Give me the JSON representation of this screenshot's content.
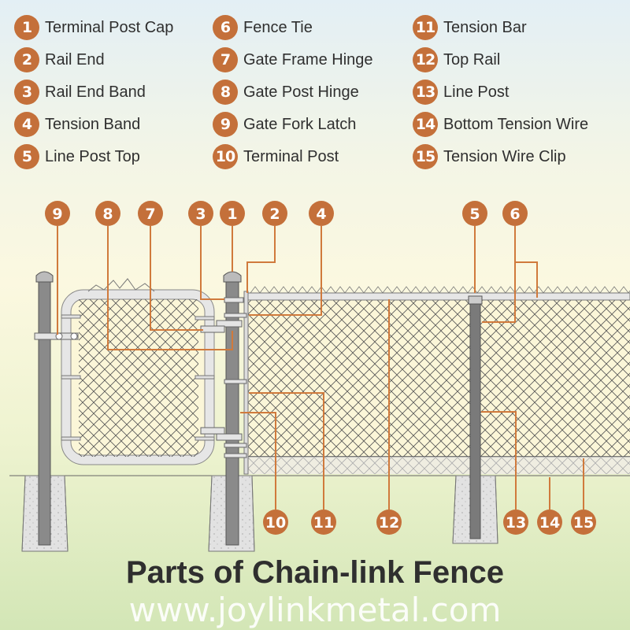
{
  "legend": [
    {
      "num": "1",
      "label": "Terminal Post Cap"
    },
    {
      "num": "2",
      "label": "Rail End"
    },
    {
      "num": "3",
      "label": "Rail End Band"
    },
    {
      "num": "4",
      "label": "Tension Band"
    },
    {
      "num": "5",
      "label": "Line Post Top"
    },
    {
      "num": "6",
      "label": "Fence Tie"
    },
    {
      "num": "7",
      "label": "Gate Frame Hinge"
    },
    {
      "num": "8",
      "label": "Gate Post Hinge"
    },
    {
      "num": "9",
      "label": "Gate Fork Latch"
    },
    {
      "num": "10",
      "label": "Terminal Post"
    },
    {
      "num": "11",
      "label": "Tension Bar"
    },
    {
      "num": "12",
      "label": "Top Rail"
    },
    {
      "num": "13",
      "label": "Line Post"
    },
    {
      "num": "14",
      "label": "Bottom Tension Wire"
    },
    {
      "num": "15",
      "label": "Tension Wire Clip"
    }
  ],
  "title": "Parts of Chain-link Fence",
  "watermark": "www.joylinkmetal.com",
  "colors": {
    "accent": "#c4703a",
    "leader": "#d07a3c",
    "post": "#7a7a7a",
    "frame": "#e4e4e4"
  }
}
